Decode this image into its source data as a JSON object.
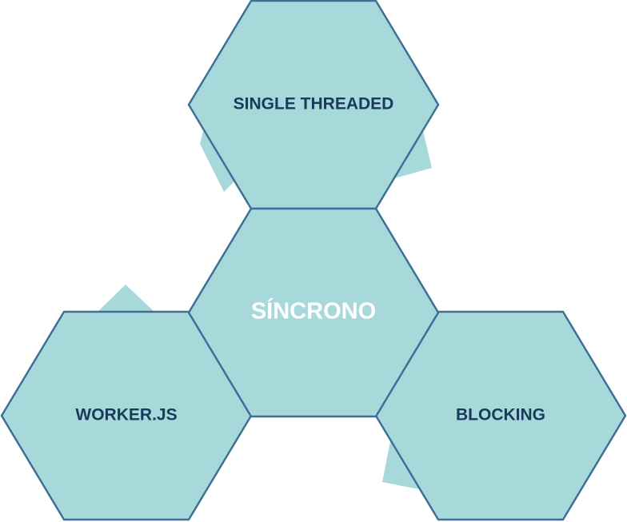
{
  "diagram": {
    "center": {
      "label": "SÍNCRONO"
    },
    "nodes": [
      {
        "id": "top",
        "label": "SINGLE THREADED"
      },
      {
        "id": "left",
        "label": "WORKER.JS"
      },
      {
        "id": "right",
        "label": "BLOCKING"
      }
    ]
  },
  "colors": {
    "hex_fill": "#a8d9da",
    "hex_stroke": "#3e6f96",
    "node_text": "#1a3a5c",
    "center_text": "#ffffff"
  }
}
